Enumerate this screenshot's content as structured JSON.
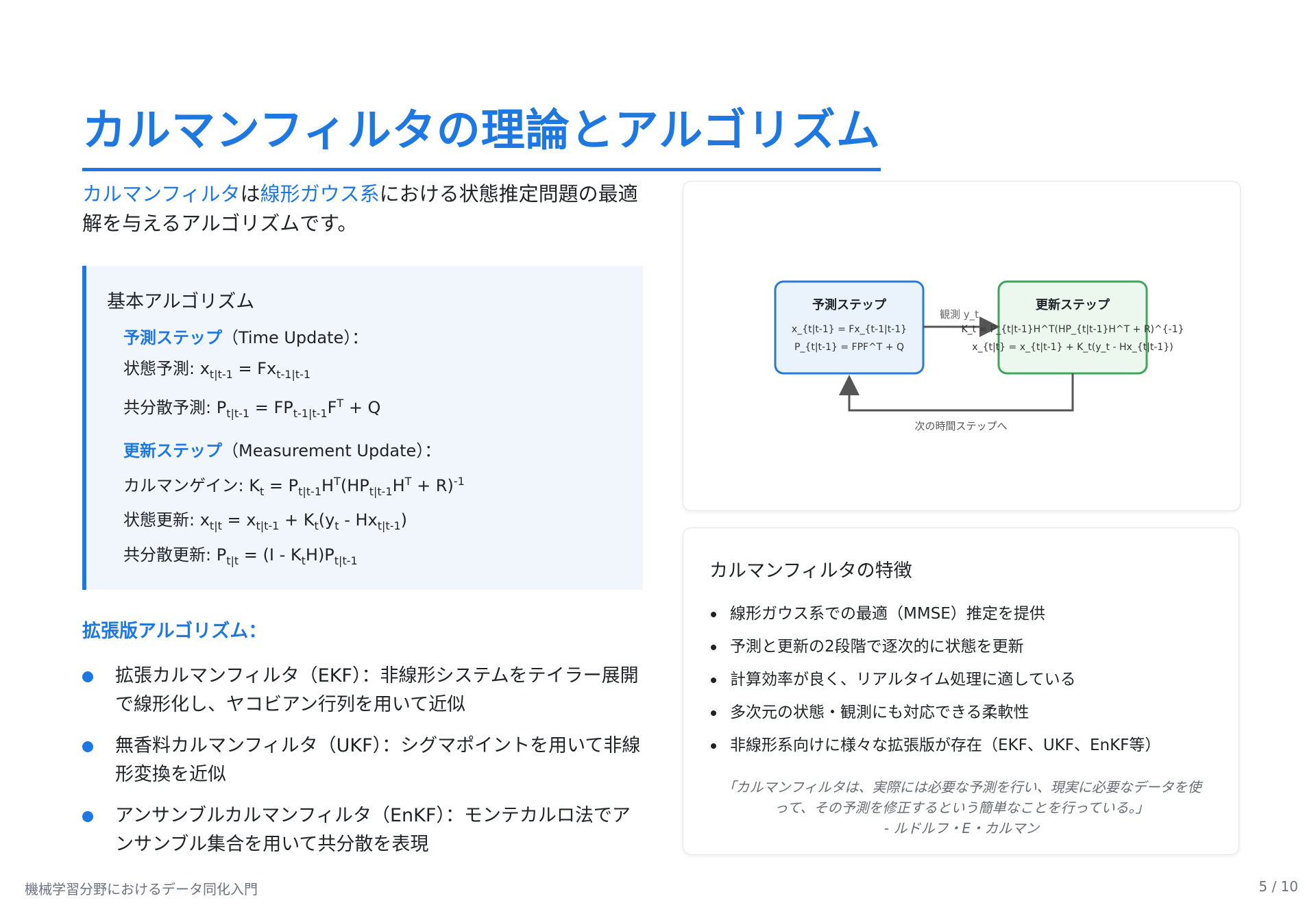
{
  "title": "カルマンフィルタの理論とアルゴリズム",
  "intro": {
    "term1": "カルマンフィルタ",
    "text1": "は",
    "term2": "線形ガウス系",
    "text2": "における状態推定問題の最適解を与えるアルゴリズムです。"
  },
  "algorithm": {
    "title": "基本アルゴリズム",
    "predict": {
      "label": "予測ステップ",
      "suffix": "（Time Update）：",
      "state_label": "状態予測: ",
      "cov_label": "共分散予測: "
    },
    "update": {
      "label": "更新ステップ",
      "suffix": "（Measurement Update）：",
      "gain_label": "カルマンゲイン: ",
      "state_label": "状態更新: ",
      "cov_label": "共分散更新: "
    }
  },
  "extensions": {
    "title": "拡張版アルゴリズム：",
    "items": [
      "拡張カルマンフィルタ（EKF）：非線形システムをテイラー展開で線形化し、ヤコビアン行列を用いて近似",
      "無香料カルマンフィルタ（UKF）：シグマポイントを用いて非線形変換を近似",
      "アンサンブルカルマンフィルタ（EnKF）：モンテカルロ法でアンサンブル集合を用いて共分散を表現"
    ]
  },
  "diagram": {
    "predict_title": "予測ステップ",
    "predict_eq1": "x_{t|t-1} = Fx_{t-1|t-1}",
    "predict_eq2": "P_{t|t-1} = FPF^T + Q",
    "update_title": "更新ステップ",
    "update_eq1": "K_t = P_{t|t-1}H^T(HP_{t|t-1}H^T + R)^{-1}",
    "update_eq2": "x_{t|t} = x_{t|t-1} + K_t(y_t - Hx_{t|t-1})",
    "obs_label": "観測 y_t",
    "loop_label": "次の時間ステップへ",
    "predict_color": "#2b79d6",
    "update_color": "#3fa55a"
  },
  "features": {
    "title": "カルマンフィルタの特徴",
    "items": [
      "線形ガウス系での最適（MMSE）推定を提供",
      "予測と更新の2段階で逐次的に状態を更新",
      "計算効率が良く、リアルタイム処理に適している",
      "多次元の状態・観測にも対応できる柔軟性",
      "非線形系向けに様々な拡張版が存在（EKF、UKF、EnKF等）"
    ],
    "quote_line1": "「カルマンフィルタは、実際には必要な予測を行い、現実に必要なデータを使",
    "quote_line2": "って、その予測を修正するという簡単なことを行っている。」",
    "quote_author": "- ルドルフ・E・カルマン"
  },
  "footer": {
    "text": "機械学習分野におけるデータ同化入門",
    "page": "5 / 10"
  },
  "colors": {
    "accent": "#1e78e0",
    "box_bg": "#f1f6fd"
  }
}
